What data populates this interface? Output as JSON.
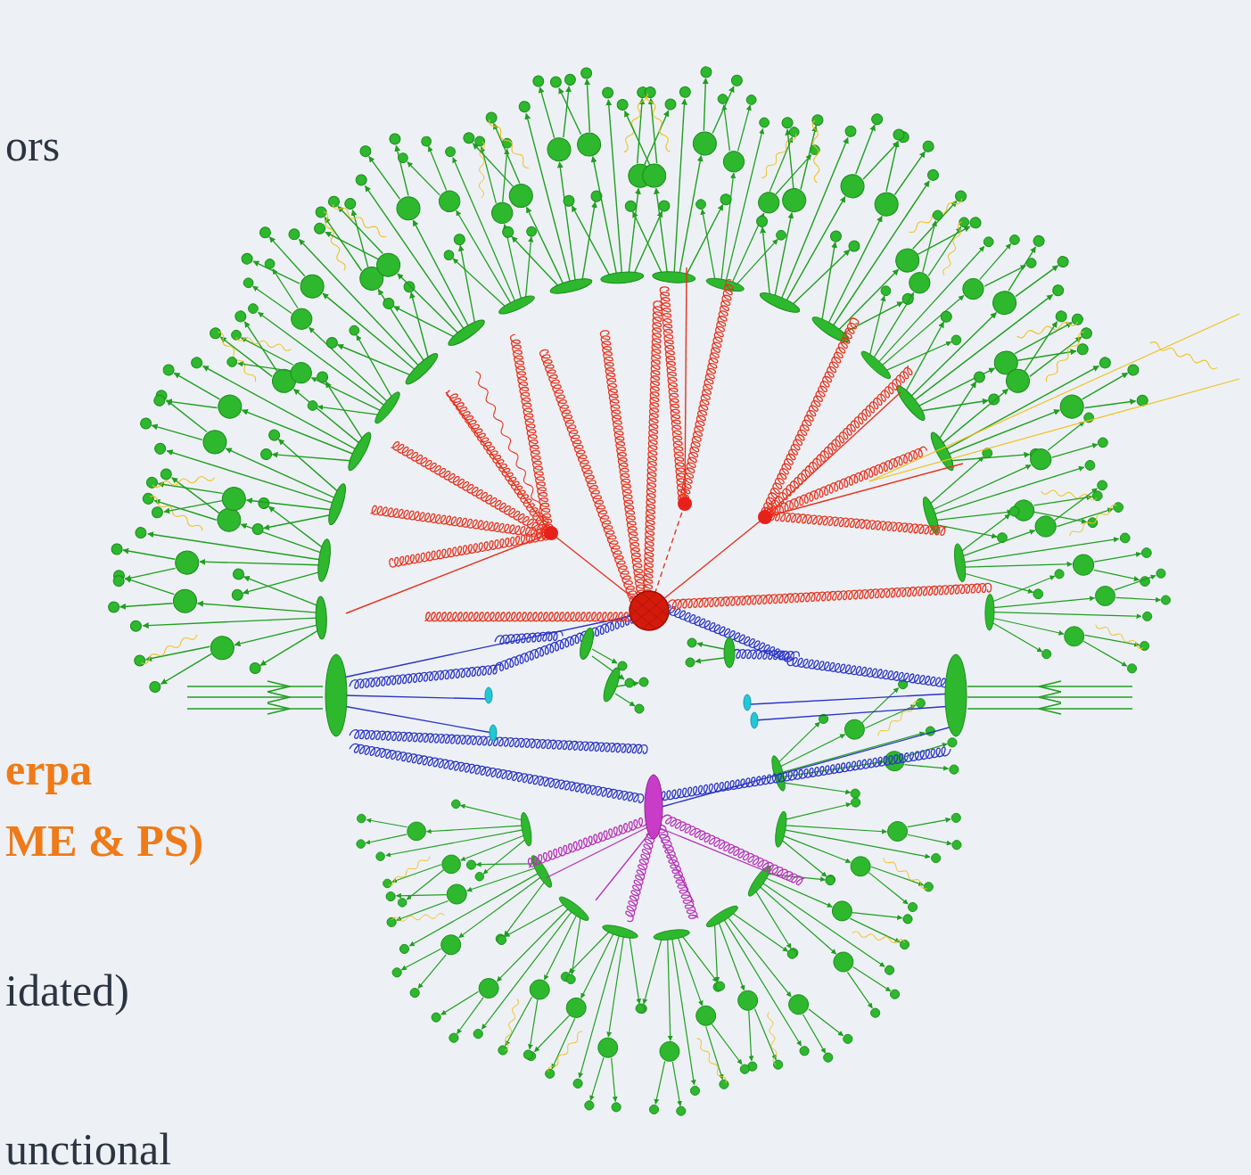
{
  "diagram": {
    "labels": [
      "ors",
      "erpa",
      "ME & PS)",
      "idated)",
      "unctional"
    ]
  }
}
